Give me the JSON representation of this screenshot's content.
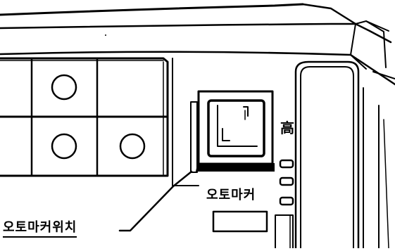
{
  "labels": {
    "high": "高",
    "auto_marker": "오토마커",
    "auto_marker_switch": "오토마커위치"
  },
  "colors": {
    "ink": "#000000",
    "paper": "#ffffff"
  }
}
